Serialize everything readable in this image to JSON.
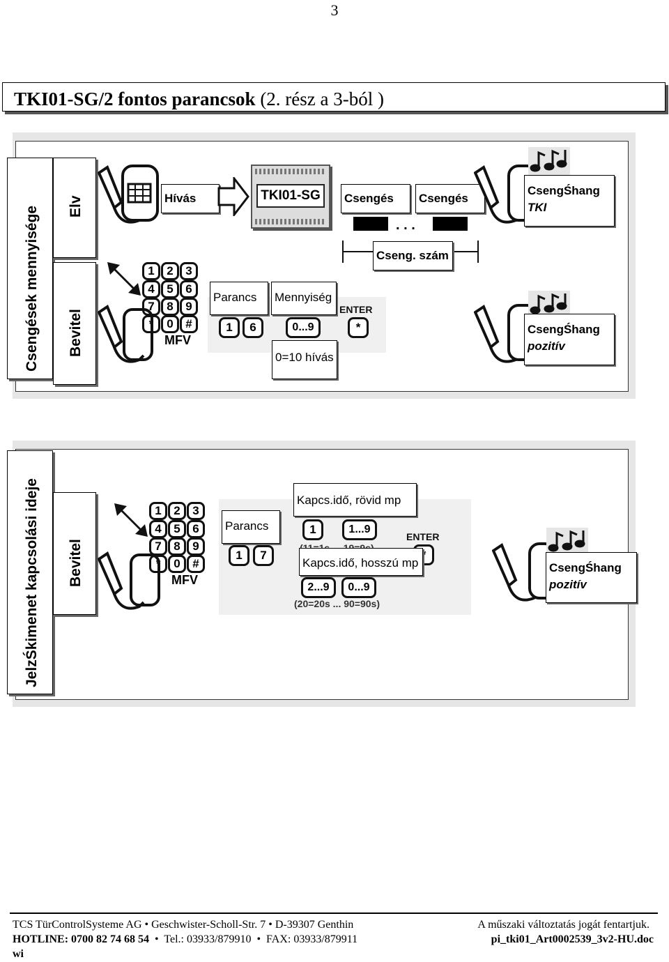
{
  "page_number": "3",
  "title": {
    "bold": "TKI01-SG/2  fontos parancsok",
    "rest": " (2. rész a 3-ból )"
  },
  "section1": {
    "side_label": "Csengések mennyisége",
    "tab_top": "Elv",
    "tab_bottom": "Bevitel",
    "call_label": "Hívás",
    "device_label": "TKI01-SG",
    "ring1": "Csengés",
    "ring2": "Csengés",
    "ring_count": "Cseng. szám",
    "tone_tki": "CsengŚhang",
    "tone_tki_sub": "TKI",
    "cmd_label": "Parancs",
    "qty_label": "Mennyiség",
    "qty_note": "0=10 hívás",
    "cmd_keys": [
      "1",
      "6"
    ],
    "qty_key": "0...9",
    "enter_label": "ENTER",
    "enter_key": "*",
    "tone_pos": "CsengŚhang",
    "tone_pos_sub": "pozitív",
    "keypad": [
      "1",
      "2",
      "3",
      "4",
      "5",
      "6",
      "7",
      "8",
      "9",
      "*",
      "0",
      "#"
    ],
    "keypad_brand": "MFV",
    "dots": ". . ."
  },
  "section2": {
    "side_label": "JelzŚkimenet kapcsolási ideje",
    "tab": "Bevitel",
    "cmd_label": "Parancs",
    "cmd_keys": [
      "1",
      "7"
    ],
    "short_label": "Kapcs.idő, rövid mp",
    "short_key1": "1",
    "short_key2": "1...9",
    "short_note": "(11=1s ... 19=9s)",
    "long_label": "Kapcs.idő, hosszú mp",
    "long_key1": "2...9",
    "long_key2": "0...9",
    "long_note": "(20=20s ... 90=90s)",
    "enter_label": "ENTER",
    "enter_key": "*",
    "tone_pos": "CsengŚhang",
    "tone_pos_sub": "pozitív",
    "keypad": [
      "1",
      "2",
      "3",
      "4",
      "5",
      "6",
      "7",
      "8",
      "9",
      "*",
      "0",
      "#"
    ],
    "keypad_brand": "MFV"
  },
  "footer": {
    "company": "TCS TürControlSysteme AG",
    "street": "Geschwister-Scholl-Str. 7",
    "city": "D-39307 Genthin",
    "rights": "A műszaki változtatás jogát fentartjuk.",
    "hotline": "HOTLINE: 0700 82 74 68 54",
    "tel": "Tel.: 03933/879910",
    "fax": "FAX:  03933/879911",
    "doc": "pi_tki01_Art0002539_3v2-HU.doc",
    "wi": "wi"
  }
}
